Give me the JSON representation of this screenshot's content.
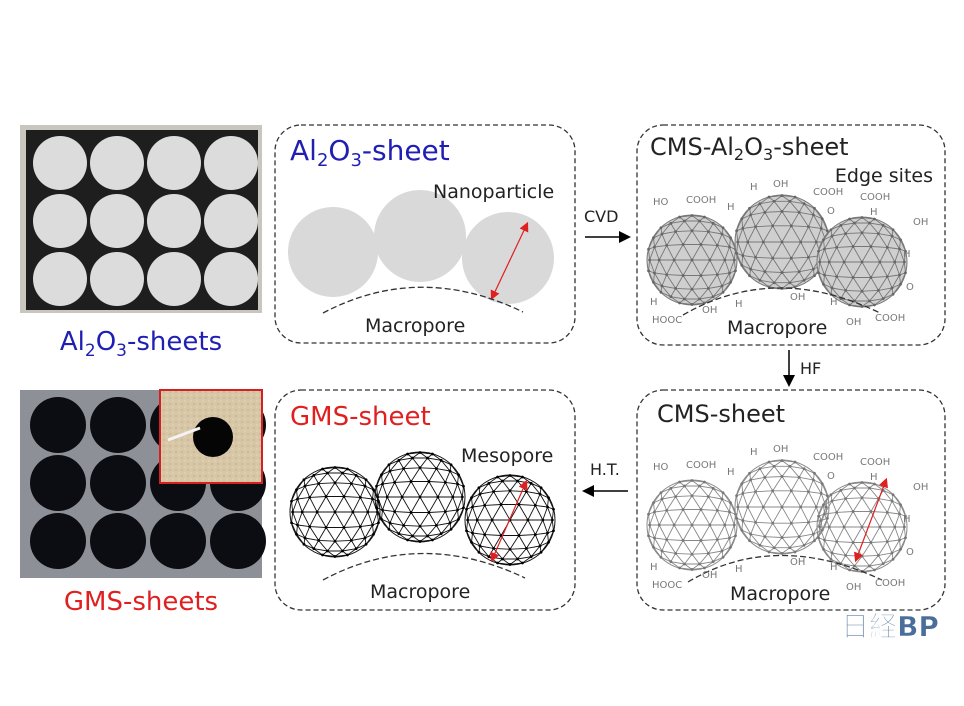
{
  "photos": {
    "top_label": {
      "a": "Al",
      "s1": "2",
      "b": "O",
      "s2": "3",
      "c": "-sheets"
    },
    "bottom_label": "GMS-sheets"
  },
  "panels": {
    "al2o3": {
      "title": {
        "a": "Al",
        "s1": "2",
        "b": "O",
        "s2": "3",
        "c": "-sheet"
      },
      "nanoparticle": "Nanoparticle",
      "macropore": "Macropore"
    },
    "cms_al2o3": {
      "title": {
        "a": "CMS-Al",
        "s1": "2",
        "b": "O",
        "s2": "3",
        "c": "-sheet"
      },
      "edge_sites": "Edge sites",
      "macropore": "Macropore"
    },
    "cms": {
      "title": "CMS-sheet",
      "macropore": "Macropore"
    },
    "gms": {
      "title": "GMS-sheet",
      "mesopore": "Mesopore",
      "macropore": "Macropore"
    }
  },
  "arrows": {
    "cvd": "CVD",
    "hf": "HF",
    "ht": "H.T."
  },
  "functional_groups": [
    "HO",
    "COOH",
    "H",
    "H",
    "OH",
    "COOH",
    "O",
    "COOH",
    "H",
    "OH",
    "H",
    "HOOC",
    "OH",
    "H",
    "H",
    "OH",
    "H",
    "OH",
    "COOH",
    "O"
  ],
  "logo": "日経BP",
  "colors": {
    "blue": "#1f1fb4",
    "red": "#e02020",
    "sphere_grey": "#d9d9d9",
    "logo": "#4a6e9c"
  }
}
